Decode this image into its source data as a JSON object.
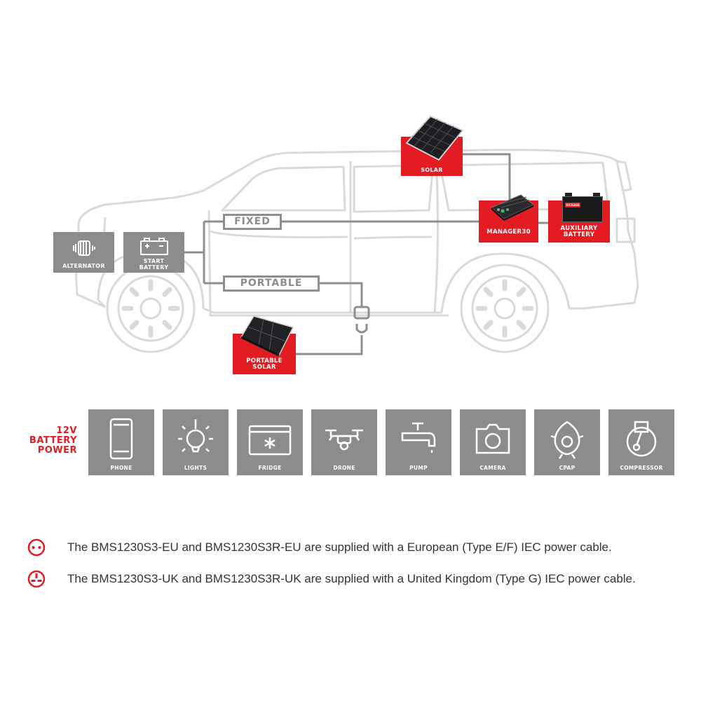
{
  "nodes": {
    "alternator": "ALTERNATOR",
    "start_battery": [
      "START",
      "BATTERY"
    ],
    "fixed": "FIXED",
    "portable": "PORTABLE",
    "solar": "SOLAR",
    "manager": "MANAGER30",
    "auxiliary_battery": [
      "AUXILIARY",
      "BATTERY"
    ],
    "portable_solar": [
      "PORTABLE",
      "SOLAR"
    ],
    "battery_brand": "KICKASS"
  },
  "power_title": [
    "12V",
    "BATTERY",
    "POWER"
  ],
  "devices": [
    {
      "label": "PHONE",
      "icon": "phone-icon"
    },
    {
      "label": "LIGHTS",
      "icon": "light-bulb-icon"
    },
    {
      "label": "FRIDGE",
      "icon": "fridge-icon"
    },
    {
      "label": "DRONE",
      "icon": "drone-icon"
    },
    {
      "label": "PUMP",
      "icon": "tap-icon"
    },
    {
      "label": "CAMERA",
      "icon": "camera-icon"
    },
    {
      "label": "CPAP",
      "icon": "cpap-mask-icon"
    },
    {
      "label": "COMPRESSOR",
      "icon": "compressor-icon"
    }
  ],
  "notes": [
    {
      "icon": "eu-plug-icon",
      "text": "The BMS1230S3-EU and BMS1230S3R-EU are supplied with a European (Type E/F) IEC power cable."
    },
    {
      "icon": "uk-plug-icon",
      "text": "The BMS1230S3-UK and BMS1230S3R-UK are supplied with a United Kingdom (Type G) IEC power cable."
    }
  ],
  "colors": {
    "accent": "#e31b23",
    "tile": "#8c8c8c",
    "line": "#8e8e8e",
    "car_outline": "#d8d8d8"
  }
}
